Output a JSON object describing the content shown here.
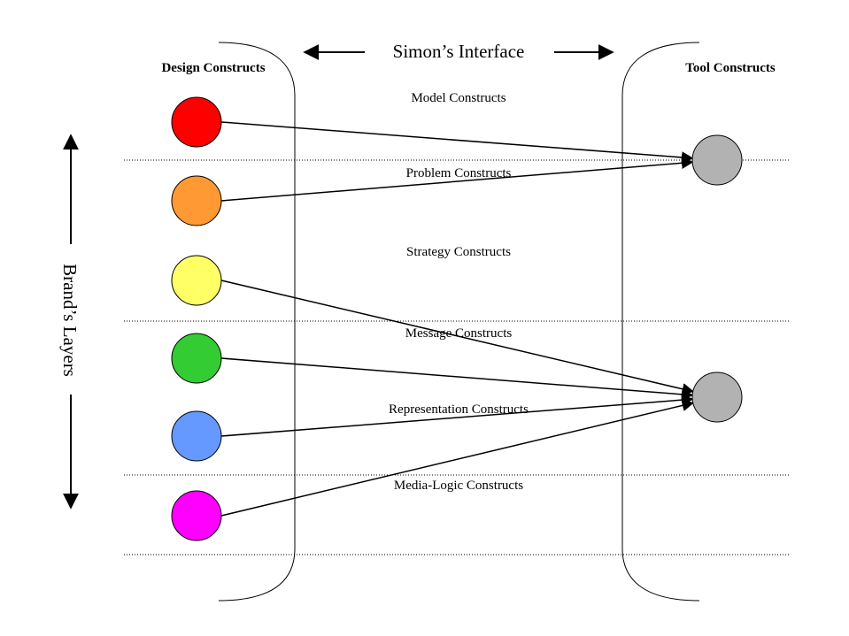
{
  "header": {
    "title": "Simon’s Interface",
    "left_heading": "Design Constructs",
    "right_heading": "Tool Constructs"
  },
  "side_label": "Brand’s Layers",
  "layers": [
    "Model Constructs",
    "Problem Constructs",
    "Strategy Constructs",
    "Message Constructs",
    "Representation Constructs",
    "Media-Logic Constructs"
  ],
  "design_nodes": [
    {
      "color": "#ff0000",
      "target": 0
    },
    {
      "color": "#ff9933",
      "target": 0
    },
    {
      "color": "#ffff66",
      "target": 1
    },
    {
      "color": "#33cc33",
      "target": 1
    },
    {
      "color": "#6699ff",
      "target": 1
    },
    {
      "color": "#ff00ff",
      "target": 1
    }
  ],
  "tool_nodes": [
    {
      "color": "#b2b2b2"
    },
    {
      "color": "#b2b2b2"
    }
  ]
}
